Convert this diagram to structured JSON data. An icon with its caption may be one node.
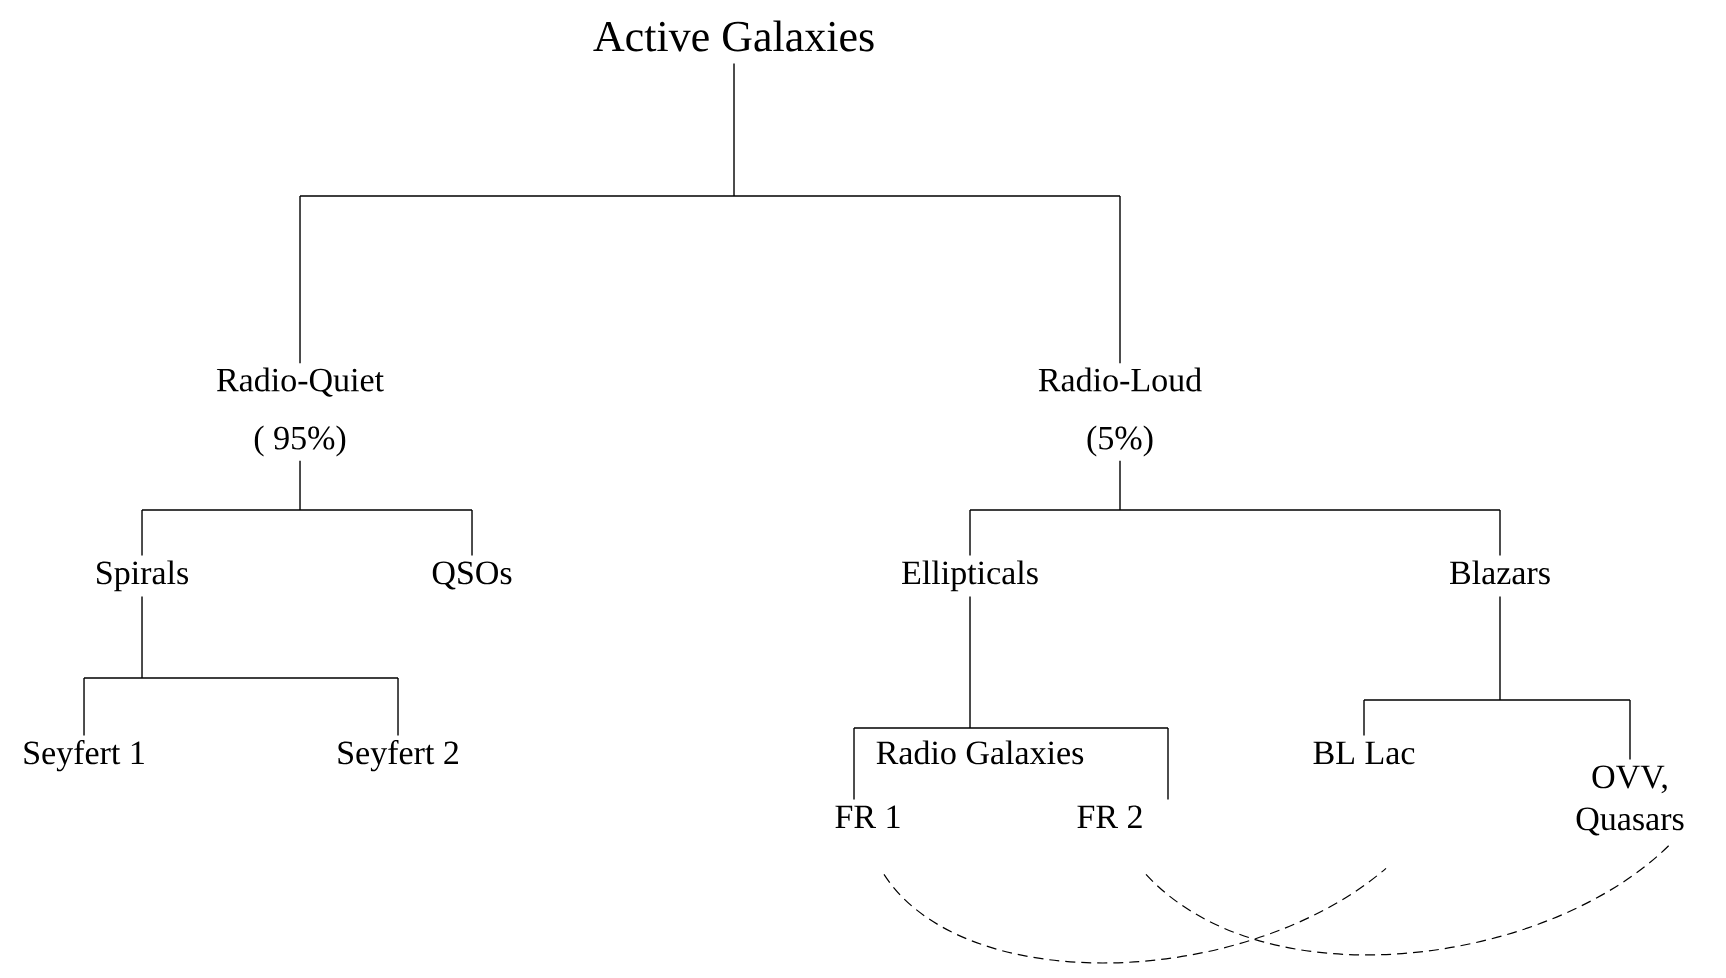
{
  "diagram": {
    "nodes": [
      {
        "text": [
          "Active Galaxies"
        ]
      },
      {
        "text": [
          "Radio-Quiet",
          "( 95%)"
        ]
      },
      {
        "text": [
          "Radio-Loud",
          "(5%)"
        ]
      },
      {
        "text": [
          "Spirals"
        ]
      },
      {
        "text": [
          "QSOs"
        ]
      },
      {
        "text": [
          "Ellipticals"
        ]
      },
      {
        "text": [
          "Blazars"
        ]
      },
      {
        "text": [
          "Seyfert 1"
        ]
      },
      {
        "text": [
          "Seyfert 2"
        ]
      },
      {
        "text": [
          "BL Lac"
        ]
      },
      {
        "text": [
          "OVV, Quasars"
        ]
      },
      {
        "text": [
          "FR 1"
        ]
      },
      {
        "text": [
          "FR 2"
        ]
      }
    ],
    "edges": [
      {
        "from": 0,
        "to": 1,
        "arrow": "none"
      },
      {
        "from": 0,
        "to": 2,
        "arrow": "none"
      },
      {
        "from": 1,
        "to": 3,
        "arrow": "none"
      },
      {
        "from": 1,
        "to": 4,
        "arrow": "none"
      },
      {
        "from": 2,
        "to": 5,
        "arrow": "none"
      },
      {
        "from": 2,
        "to": 6,
        "arrow": "none"
      },
      {
        "from": 3,
        "to": 7,
        "arrow": "none"
      },
      {
        "from": 3,
        "to": 8,
        "arrow": "none"
      },
      {
        "from": 5,
        "to": 11,
        "arrow": "none"
      },
      {
        "from": 5,
        "to": 12,
        "arrow": "none"
      },
      {
        "from": 6,
        "to": 9,
        "arrow": "none"
      },
      {
        "from": 6,
        "to": 10,
        "arrow": "none"
      },
      {
        "from": 11,
        "to": 9,
        "arrow": "none",
        "style": "dashed"
      },
      {
        "from": 12,
        "to": 10,
        "arrow": "none",
        "style": "dashed"
      }
    ],
    "labels": [
      "Radio Galaxies"
    ]
  }
}
